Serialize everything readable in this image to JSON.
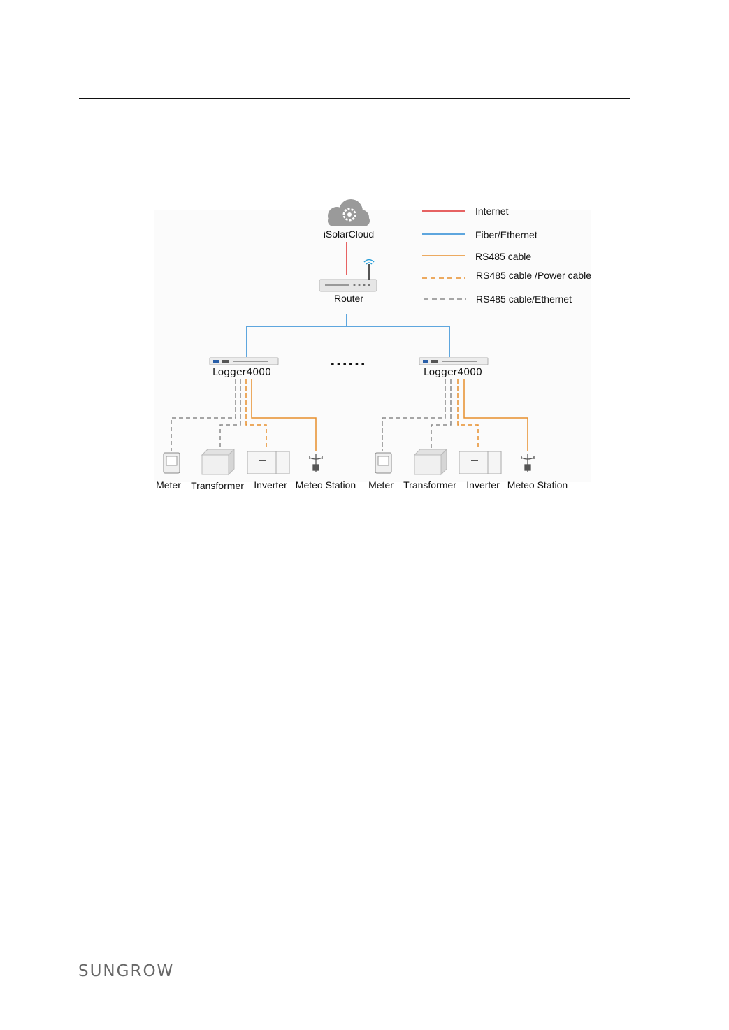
{
  "header": {
    "rule": true
  },
  "diagram": {
    "cloud": {
      "label": "iSolarCloud",
      "icon": "cloud-gear-icon"
    },
    "router": {
      "label": "Router",
      "icon": "router-icon"
    },
    "ellipsis": "••••••",
    "loggers": [
      {
        "label": "Logger4000",
        "devices": [
          {
            "label": "Meter",
            "icon": "meter-icon"
          },
          {
            "label": "Transformer",
            "icon": "transformer-icon"
          },
          {
            "label": "Inverter",
            "icon": "inverter-icon"
          },
          {
            "label": "Meteo Station",
            "icon": "meteo-station-icon"
          }
        ]
      },
      {
        "label": "Logger4000",
        "devices": [
          {
            "label": "Meter",
            "icon": "meter-icon"
          },
          {
            "label": "Transformer",
            "icon": "transformer-icon"
          },
          {
            "label": "Inverter",
            "icon": "inverter-icon"
          },
          {
            "label": "Meteo Station",
            "icon": "meteo-station-icon"
          }
        ]
      }
    ],
    "legend": [
      {
        "label": "Internet",
        "color": "#e03030",
        "style": "solid"
      },
      {
        "label": "Fiber/Ethernet",
        "color": "#2a8ad4",
        "style": "solid"
      },
      {
        "label": "RS485 cable",
        "color": "#e8902c",
        "style": "solid"
      },
      {
        "label": "RS485 cable /Power cable",
        "color": "#e8902c",
        "style": "dashed"
      },
      {
        "label": "RS485 cable/Ethernet",
        "color": "#8a8a8a",
        "style": "dashed"
      }
    ]
  },
  "footer": {
    "logo_text": "SUNGROW"
  }
}
